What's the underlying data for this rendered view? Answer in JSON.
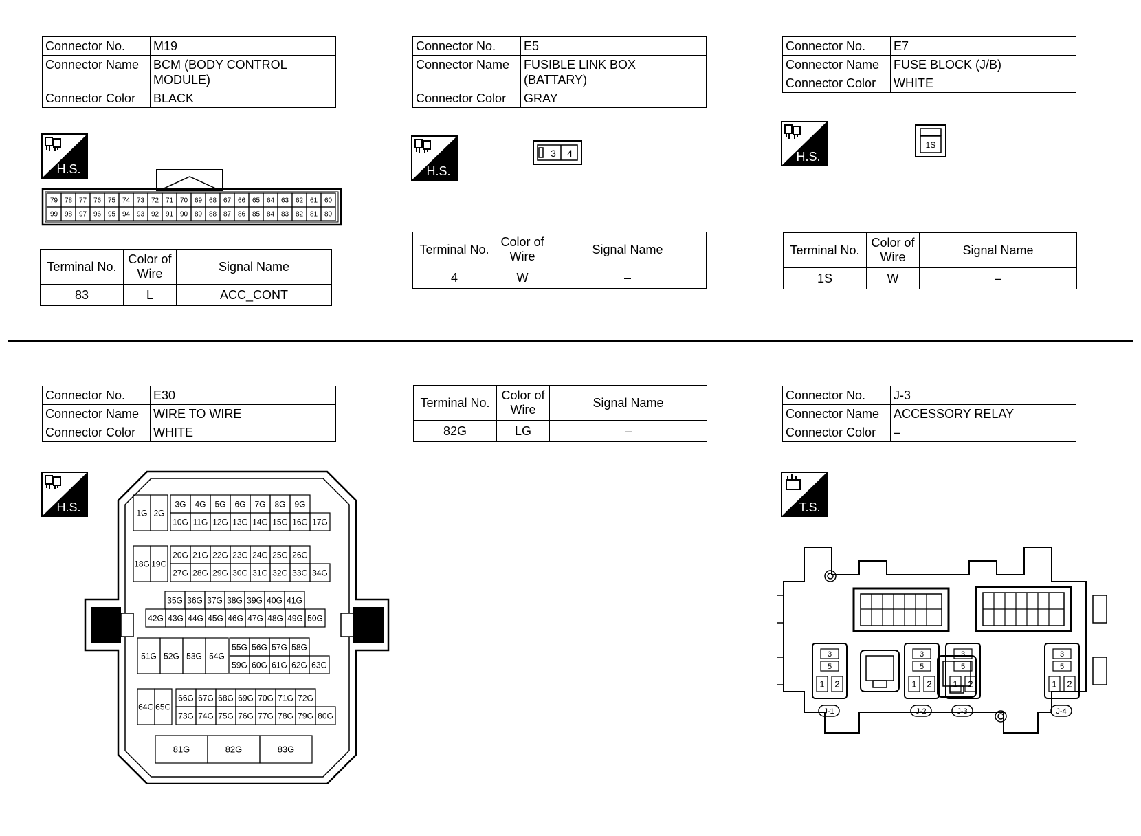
{
  "labels": {
    "connector_no": "Connector No.",
    "connector_name": "Connector Name",
    "connector_color": "Connector Color",
    "terminal_no": "Terminal No.",
    "color_of_wire_1": "Color of",
    "color_of_wire_2": "Wire",
    "signal_name": "Signal Name"
  },
  "badges": {
    "hs": "H.S.",
    "ts": "T.S."
  },
  "m19": {
    "no": "M19",
    "name_line1": "BCM (BODY CONTROL",
    "name_line2": "MODULE)",
    "color": "BLACK",
    "pins_top": [
      "79",
      "78",
      "77",
      "76",
      "75",
      "74",
      "73",
      "72",
      "71",
      "70",
      "69",
      "68",
      "67",
      "66",
      "65",
      "64",
      "63",
      "62",
      "61",
      "60"
    ],
    "pins_bottom": [
      "99",
      "98",
      "97",
      "96",
      "95",
      "94",
      "93",
      "92",
      "91",
      "90",
      "89",
      "88",
      "87",
      "86",
      "85",
      "84",
      "83",
      "82",
      "81",
      "80"
    ],
    "row": {
      "terminal": "83",
      "wire": "L",
      "signal": "ACC_CONT"
    }
  },
  "e5": {
    "no": "E5",
    "name_line1": "FUSIBLE LINK BOX",
    "name_line2": "(BATTARY)",
    "color": "GRAY",
    "pins": [
      "3",
      "4"
    ],
    "row": {
      "terminal": "4",
      "wire": "W",
      "signal": "–"
    }
  },
  "e7": {
    "no": "E7",
    "name": "FUSE BLOCK (J/B)",
    "color": "WHITE",
    "pin": "1S",
    "row": {
      "terminal": "1S",
      "wire": "W",
      "signal": "–"
    }
  },
  "e30": {
    "no": "E30",
    "name": "WIRE TO WIRE",
    "color": "WHITE",
    "r1a": [
      "1G",
      "2G"
    ],
    "r1top": [
      "3G",
      "4G",
      "5G",
      "6G",
      "7G",
      "8G",
      "9G"
    ],
    "r1bot": [
      "10G",
      "11G",
      "12G",
      "13G",
      "14G",
      "15G",
      "16G",
      "17G"
    ],
    "r2a": [
      "18G",
      "19G"
    ],
    "r2top": [
      "20G",
      "21G",
      "22G",
      "23G",
      "24G",
      "25G",
      "26G"
    ],
    "r2bot": [
      "27G",
      "28G",
      "29G",
      "30G",
      "31G",
      "32G",
      "33G",
      "34G"
    ],
    "r3top": [
      "35G",
      "36G",
      "37G",
      "38G",
      "39G",
      "40G",
      "41G"
    ],
    "r3bot": [
      "42G",
      "43G",
      "44G",
      "45G",
      "46G",
      "47G",
      "48G",
      "49G",
      "50G"
    ],
    "r4a": [
      "51G",
      "52G",
      "53G",
      "54G"
    ],
    "r4top": [
      "55G",
      "56G",
      "57G",
      "58G"
    ],
    "r4bot": [
      "59G",
      "60G",
      "61G",
      "62G",
      "63G"
    ],
    "r5a": [
      "64G",
      "65G"
    ],
    "r5top": [
      "66G",
      "67G",
      "68G",
      "69G",
      "70G",
      "71G",
      "72G"
    ],
    "r5bot": [
      "73G",
      "74G",
      "75G",
      "76G",
      "77G",
      "78G",
      "79G",
      "80G"
    ],
    "r6": [
      "81G",
      "82G",
      "83G"
    ],
    "row": {
      "terminal": "82G",
      "wire": "LG",
      "signal": "–"
    }
  },
  "j3": {
    "no": "J-3",
    "name": "ACCESSORY RELAY",
    "color": "–",
    "relay_pins": {
      "p3": "3",
      "p5": "5",
      "p1": "1",
      "p2": "2"
    },
    "relay_labels": [
      "J-1",
      "J-2",
      "J-3",
      "J-4"
    ]
  }
}
